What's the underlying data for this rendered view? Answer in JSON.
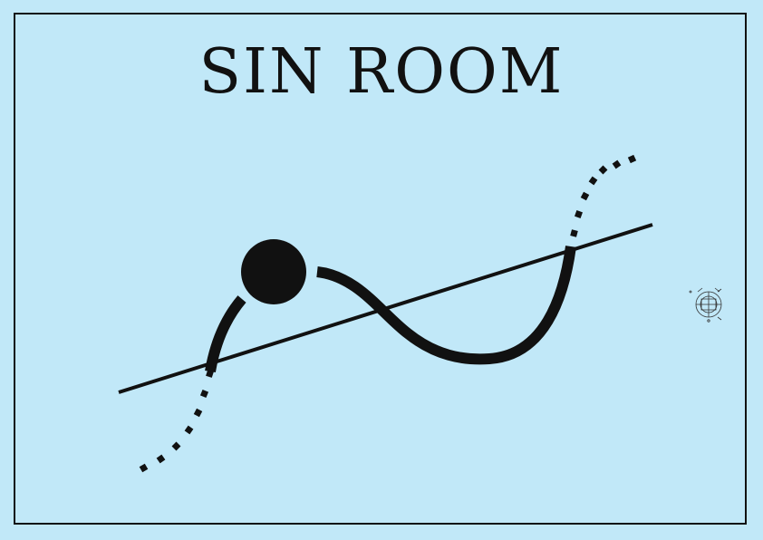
{
  "sign": {
    "title": "SIN ROOM",
    "background_color": "#c1e8f8",
    "ink_color": "#111111"
  },
  "diagram": {
    "icon": "sine-wave-pictogram",
    "logo": "circular-emblem"
  }
}
